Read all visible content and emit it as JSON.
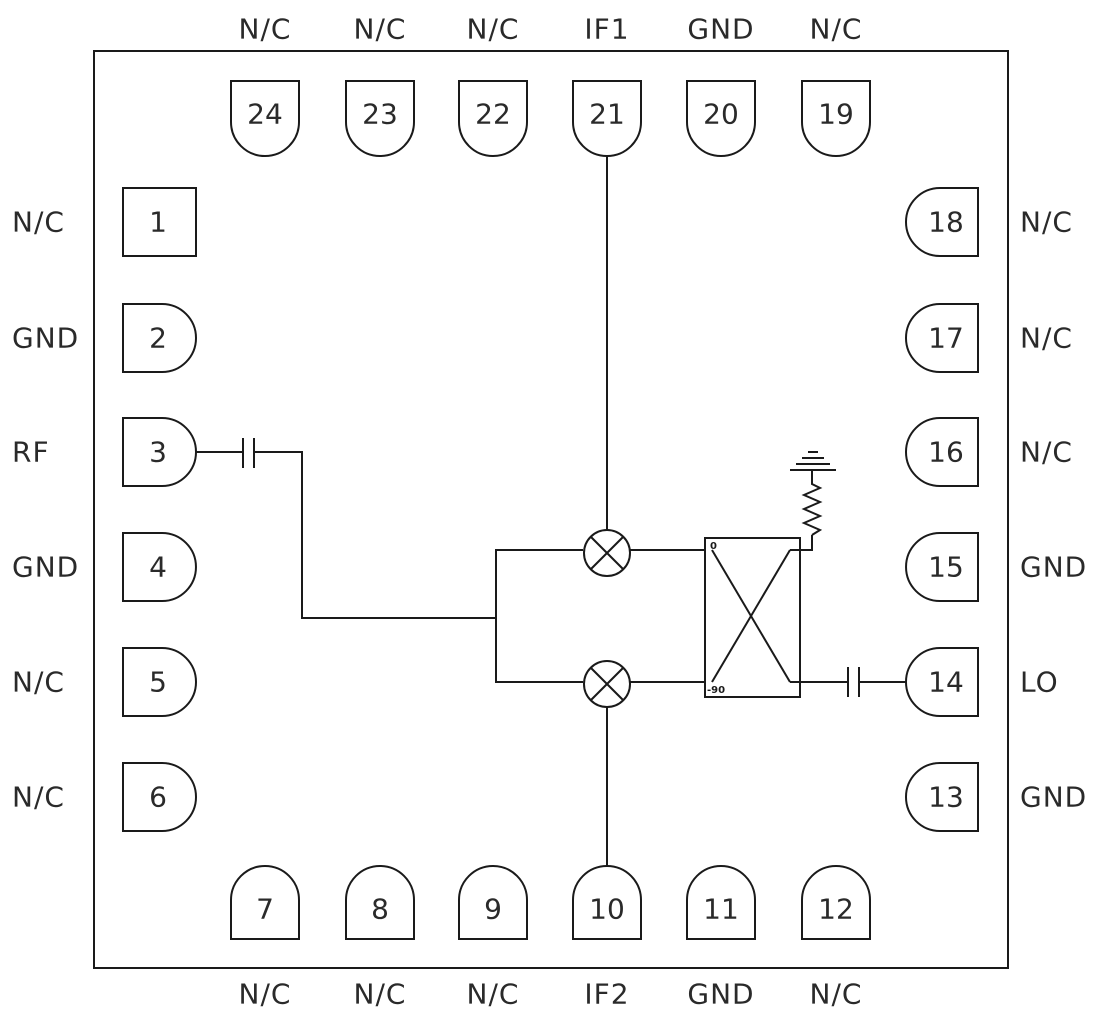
{
  "pins": {
    "top": [
      {
        "num": "24",
        "label": "N/C"
      },
      {
        "num": "23",
        "label": "N/C"
      },
      {
        "num": "22",
        "label": "N/C"
      },
      {
        "num": "21",
        "label": "IF1"
      },
      {
        "num": "20",
        "label": "GND"
      },
      {
        "num": "19",
        "label": "N/C"
      }
    ],
    "left": [
      {
        "num": "1",
        "label": "N/C"
      },
      {
        "num": "2",
        "label": "GND"
      },
      {
        "num": "3",
        "label": "RF"
      },
      {
        "num": "4",
        "label": "GND"
      },
      {
        "num": "5",
        "label": "N/C"
      },
      {
        "num": "6",
        "label": "N/C"
      }
    ],
    "right": [
      {
        "num": "18",
        "label": "N/C"
      },
      {
        "num": "17",
        "label": "N/C"
      },
      {
        "num": "16",
        "label": "N/C"
      },
      {
        "num": "15",
        "label": "GND"
      },
      {
        "num": "14",
        "label": "LO"
      },
      {
        "num": "13",
        "label": "GND"
      }
    ],
    "bottom": [
      {
        "num": "7",
        "label": "N/C"
      },
      {
        "num": "8",
        "label": "N/C"
      },
      {
        "num": "9",
        "label": "N/C"
      },
      {
        "num": "10",
        "label": "IF2"
      },
      {
        "num": "11",
        "label": "GND"
      },
      {
        "num": "12",
        "label": "N/C"
      }
    ]
  },
  "hybrid": {
    "port_0": "0",
    "port_90": "-90"
  }
}
